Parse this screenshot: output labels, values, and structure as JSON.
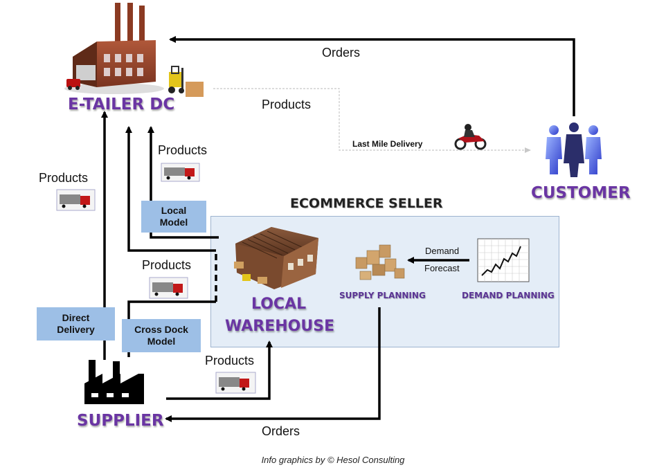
{
  "nodes": {
    "etailer": "E-TAILER DC",
    "customer": "CUSTOMER",
    "seller": "ECOMMERCE SELLER",
    "warehouse_line1": "LOCAL",
    "warehouse_line2": "WAREHOUSE",
    "supply_planning": "SUPPLY PLANNING",
    "demand_planning": "DEMAND PLANNING",
    "supplier": "SUPPLIER"
  },
  "flows": {
    "orders_top": "Orders",
    "products_top": "Products",
    "last_mile": "Last Mile Delivery",
    "products_left": "Products",
    "products_local": "Products",
    "products_crossdock": "Products",
    "products_bottom": "Products",
    "orders_bottom": "Orders",
    "demand": "Demand",
    "forecast": "Forecast"
  },
  "models": {
    "local_line1": "Local",
    "local_line2": "Model",
    "direct_line1": "Direct",
    "direct_line2": "Delivery",
    "crossdock_line1": "Cross Dock",
    "crossdock_line2": "Model"
  },
  "credit": "Info graphics by © Hesol Consulting",
  "colors": {
    "title_purple": "#6a35a3",
    "model_blue": "#9dbfe6",
    "panel_fill": "#e4edf7"
  }
}
